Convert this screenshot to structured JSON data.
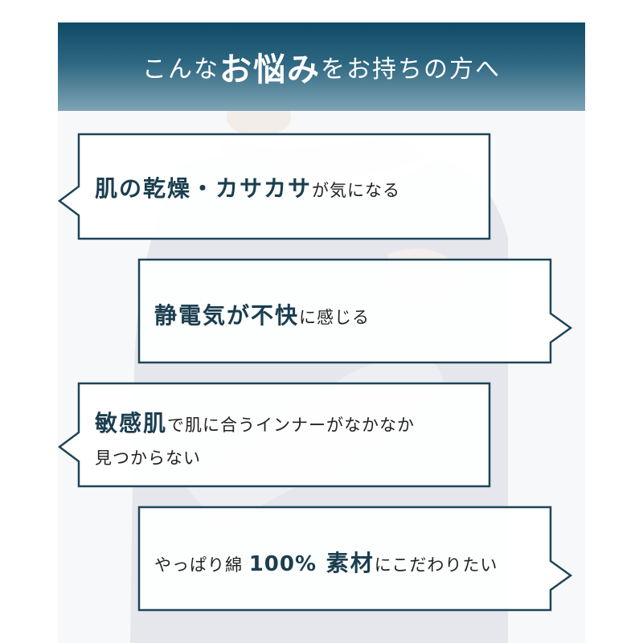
{
  "header": {
    "part1": "こんな",
    "part2": "お悩み",
    "part3": "をお持ちの方へ"
  },
  "bubbles": [
    {
      "strong": "肌の乾燥・カサカサ",
      "rest": "が気になる"
    },
    {
      "strong": "静電気が不快",
      "rest": "に感じる"
    },
    {
      "strong": "敏感肌",
      "rest": "で肌に合うインナーがなかなか",
      "line2": "見つからない"
    },
    {
      "lead": "やっぱり綿 ",
      "num": "100%",
      "strong": " 素材",
      "rest": "にこだわりたい"
    }
  ],
  "colors": {
    "header_top": "#0f4a66",
    "header_bottom": "#7ea4b6",
    "bubble_border": "#1e4559",
    "emphasis_text": "#1b3e50"
  }
}
